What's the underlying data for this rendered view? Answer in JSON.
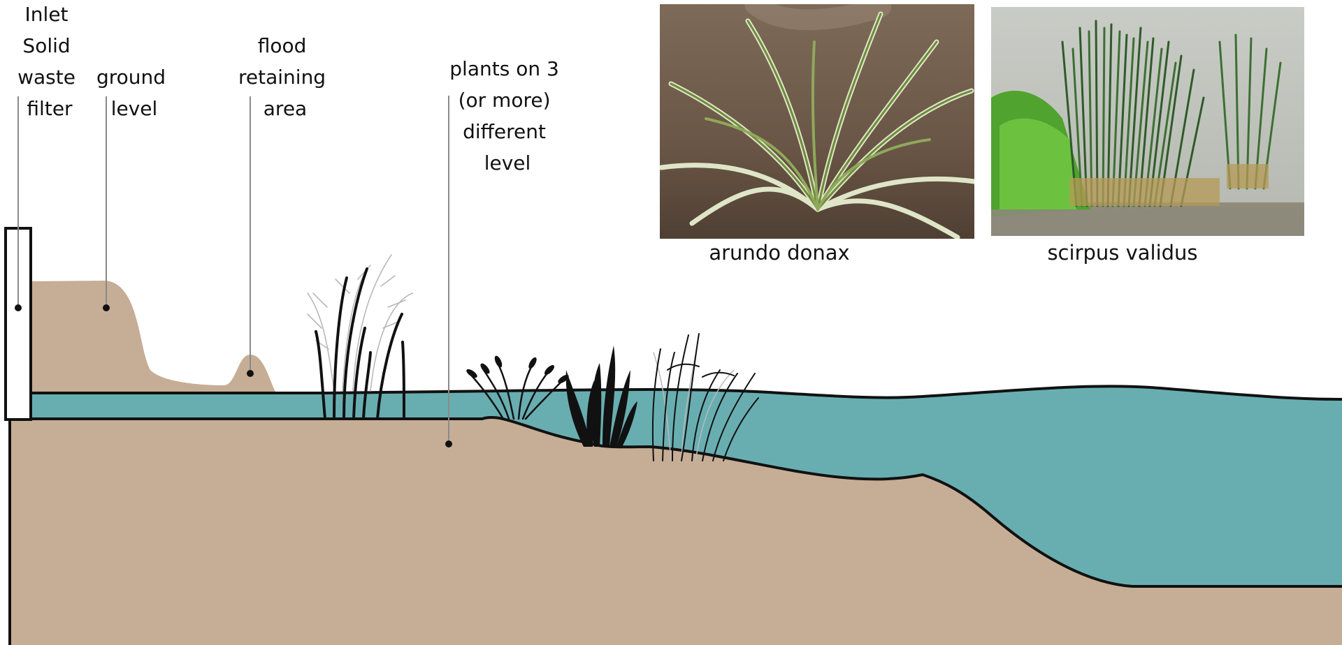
{
  "labels": {
    "inlet_filter": [
      "Inlet",
      "Solid",
      "waste",
      "filter"
    ],
    "ground_level": [
      "ground",
      "level"
    ],
    "flood_area": [
      "flood",
      "retaining",
      "area"
    ],
    "plants_levels": [
      "plants on 3",
      "(or more)",
      "different",
      "level"
    ]
  },
  "photos": {
    "arundo": {
      "caption": "arundo donax"
    },
    "scirpus": {
      "caption": "scirpus validus"
    }
  },
  "colors": {
    "soil": "#c6ad95",
    "water": "#68aeb1",
    "outline": "#111111",
    "leader": "#8a8a8a"
  }
}
